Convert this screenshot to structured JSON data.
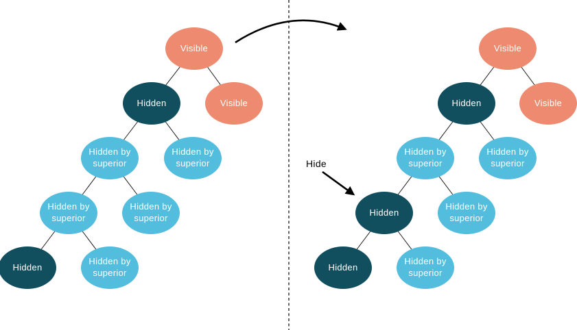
{
  "annotations": {
    "hide_label": "Hide"
  },
  "colors": {
    "visible": "#ED8A6F",
    "hidden": "#114E5E",
    "hidden_by_superior": "#53BDDD",
    "node_text": "#FFFFFF",
    "edge": "#1B1B1B",
    "arrow": "#000000",
    "background": "#FFFFFF"
  },
  "trees": {
    "left": {
      "nodes": [
        {
          "label": "Visible",
          "state": "visible"
        },
        {
          "label": "Hidden",
          "state": "hidden"
        },
        {
          "label": "Visible",
          "state": "visible"
        },
        {
          "label": "Hidden by superior",
          "state": "hidden_by_superior"
        },
        {
          "label": "Hidden by superior",
          "state": "hidden_by_superior"
        },
        {
          "label": "Hidden by superior",
          "state": "hidden_by_superior"
        },
        {
          "label": "Hidden by superior",
          "state": "hidden_by_superior"
        },
        {
          "label": "Hidden",
          "state": "hidden"
        },
        {
          "label": "Hidden by superior",
          "state": "hidden_by_superior"
        }
      ]
    },
    "right": {
      "nodes": [
        {
          "label": "Visible",
          "state": "visible"
        },
        {
          "label": "Hidden",
          "state": "hidden"
        },
        {
          "label": "Visible",
          "state": "visible"
        },
        {
          "label": "Hidden by superior",
          "state": "hidden_by_superior"
        },
        {
          "label": "Hidden by superior",
          "state": "hidden_by_superior"
        },
        {
          "label": "Hidden",
          "state": "hidden"
        },
        {
          "label": "Hidden by superior",
          "state": "hidden_by_superior"
        },
        {
          "label": "Hidden",
          "state": "hidden"
        },
        {
          "label": "Hidden by superior",
          "state": "hidden_by_superior"
        }
      ]
    }
  }
}
